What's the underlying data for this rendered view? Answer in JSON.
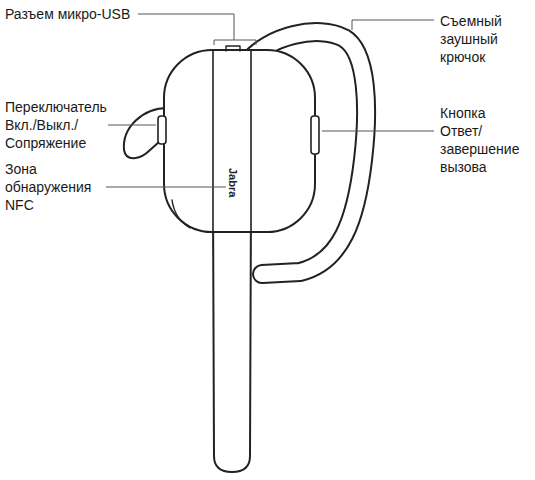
{
  "diagram": {
    "labels": [
      "Разъем микро-USB",
      "Съемный заушный крючок",
      "Переключатель Вкл./Выкл./ Сопряжение",
      "Кнопка Ответ/ завершение вызова",
      "Jabra",
      "Зона обнаружения NFC"
    ]
  }
}
